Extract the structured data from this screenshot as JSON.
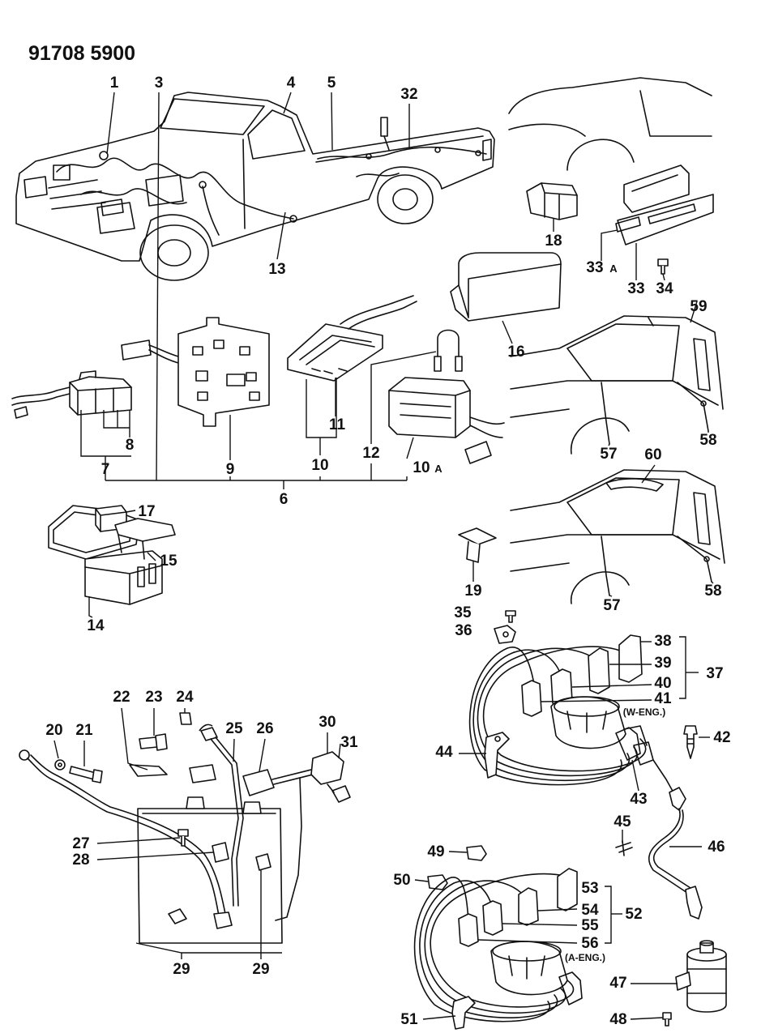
{
  "header": {
    "code": "91708 5900"
  },
  "callouts": {
    "p1": "1",
    "p3": "3",
    "p4": "4",
    "p5": "5",
    "p32": "32",
    "p13": "13",
    "p18": "18",
    "p33a": "33",
    "p33a_suffix": "A",
    "p33": "33",
    "p34": "34",
    "p16": "16",
    "p59": "59",
    "p17": "17",
    "p15": "15",
    "p14": "14",
    "p8": "8",
    "p7": "7",
    "p9": "9",
    "p11": "11",
    "p10": "10",
    "p12": "12",
    "p10a": "10",
    "p10a_suffix": "A",
    "p6": "6",
    "p57_upper": "57",
    "p58_upper": "58",
    "p60": "60",
    "p19": "19",
    "p57_lower": "57",
    "p58_lower": "58",
    "p35": "35",
    "p36": "36",
    "p38": "38",
    "p39": "39",
    "p40": "40",
    "p37": "37",
    "p41": "41",
    "p42": "42",
    "p44": "44",
    "p43": "43",
    "p45": "45",
    "p46": "46",
    "p22": "22",
    "p23": "23",
    "p24": "24",
    "p20": "20",
    "p21": "21",
    "p25": "25",
    "p26": "26",
    "p30": "30",
    "p31": "31",
    "p27": "27",
    "p28": "28",
    "p29_left": "29",
    "p29_right": "29",
    "p49": "49",
    "p50": "50",
    "p53": "53",
    "p54": "54",
    "p52": "52",
    "p55": "55",
    "p56": "56",
    "p47": "47",
    "p48": "48",
    "p51": "51"
  },
  "notes": {
    "w_eng": "(W-ENG.)",
    "a_eng": "(A-ENG.)"
  }
}
